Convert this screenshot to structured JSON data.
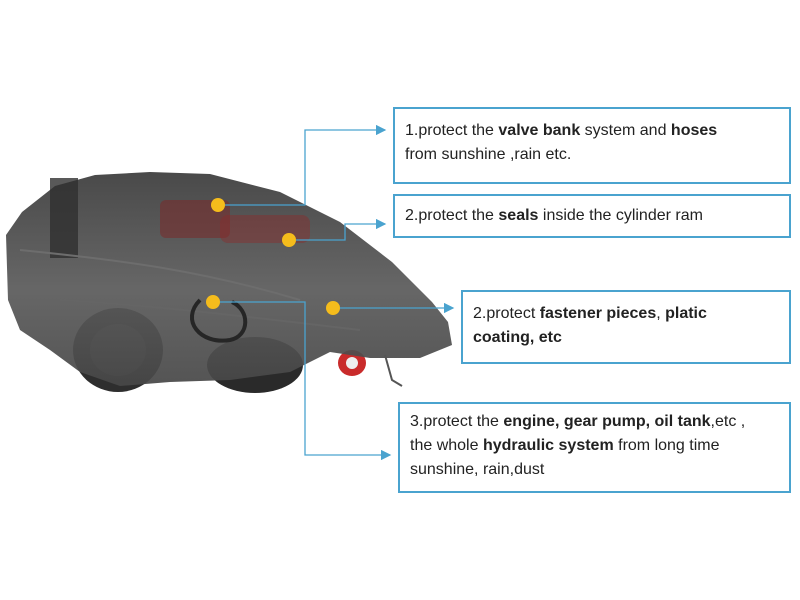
{
  "callouts": [
    {
      "segments": [
        {
          "text": "1.protect the ",
          "bold": false
        },
        {
          "text": "valve bank",
          "bold": true
        },
        {
          "text": " system and ",
          "bold": false
        },
        {
          "text": "hoses",
          "bold": true
        },
        {
          "text": "\nfrom sunshine ,rain etc.",
          "bold": false
        }
      ]
    },
    {
      "segments": [
        {
          "text": "2.protect the ",
          "bold": false
        },
        {
          "text": "seals",
          "bold": true
        },
        {
          "text": " inside the cylinder ram",
          "bold": false
        }
      ]
    },
    {
      "segments": [
        {
          "text": "2.protect ",
          "bold": false
        },
        {
          "text": "fastener pieces",
          "bold": true
        },
        {
          "text": ", ",
          "bold": false
        },
        {
          "text": "platic\ncoating, etc",
          "bold": true
        }
      ]
    },
    {
      "segments": [
        {
          "text": "3.protect the ",
          "bold": false
        },
        {
          "text": "engine, gear pump, oil tank",
          "bold": true
        },
        {
          "text": ",etc ,\nthe whole ",
          "bold": false
        },
        {
          "text": "hydraulic system",
          "bold": true
        },
        {
          "text": " from long time\nsunshine, rain,dust",
          "bold": false
        }
      ]
    }
  ],
  "colors": {
    "accent": "#4aa3cf",
    "marker": "#f5bc1c",
    "cover": "#4a4a4a"
  },
  "icons": {
    "marker": "dot-marker-icon",
    "arrow": "arrowhead-icon"
  }
}
